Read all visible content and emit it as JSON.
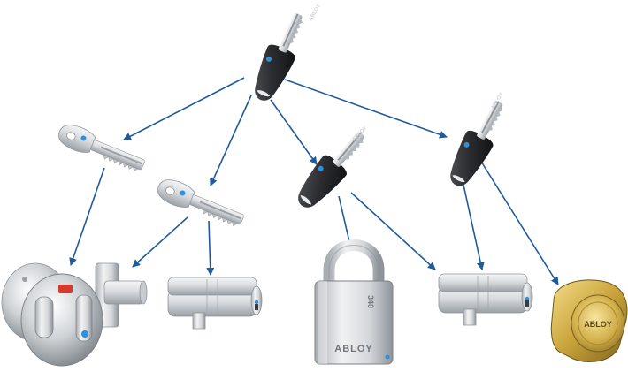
{
  "diagram": {
    "brand_marks": {
      "master_key": "ABLOY",
      "key_center": "ABLOY",
      "key_right": "ABLOY",
      "padlock": "ABLOY",
      "padlock_model": "340",
      "rim_cylinder": "ABLOY"
    },
    "nodes": [
      {
        "id": "master-key",
        "kind": "key-with-black-head",
        "icon": "key-icon"
      },
      {
        "id": "key-left-1",
        "kind": "bare-key",
        "icon": "key-icon"
      },
      {
        "id": "key-left-2",
        "kind": "bare-key",
        "icon": "key-icon"
      },
      {
        "id": "key-center",
        "kind": "key-with-black-head",
        "icon": "key-icon"
      },
      {
        "id": "key-right",
        "kind": "key-with-black-head",
        "icon": "key-icon"
      },
      {
        "id": "deadbolt-lock",
        "kind": "deadbolt",
        "icon": "deadbolt-icon"
      },
      {
        "id": "euro-cylinder-1",
        "kind": "euro-cylinder",
        "icon": "cylinder-icon"
      },
      {
        "id": "padlock",
        "kind": "padlock",
        "icon": "padlock-icon"
      },
      {
        "id": "euro-cylinder-2",
        "kind": "euro-cylinder",
        "icon": "cylinder-icon"
      },
      {
        "id": "rim-cylinder",
        "kind": "brass-rim-cylinder",
        "icon": "rim-cylinder-icon"
      }
    ],
    "edges": [
      {
        "from": "master-key",
        "to": "key-left-1"
      },
      {
        "from": "master-key",
        "to": "key-left-2"
      },
      {
        "from": "master-key",
        "to": "key-center"
      },
      {
        "from": "master-key",
        "to": "key-right"
      },
      {
        "from": "key-left-1",
        "to": "deadbolt-lock"
      },
      {
        "from": "key-left-2",
        "to": "deadbolt-lock"
      },
      {
        "from": "key-left-2",
        "to": "euro-cylinder-1"
      },
      {
        "from": "key-center",
        "to": "padlock"
      },
      {
        "from": "key-center",
        "to": "euro-cylinder-2"
      },
      {
        "from": "key-right",
        "to": "euro-cylinder-2"
      },
      {
        "from": "key-right",
        "to": "rim-cylinder"
      }
    ],
    "colors": {
      "arrow": "#1f5b9c",
      "key_head": "#2b2d30",
      "metal_light": "#e6e8ea",
      "metal_dark": "#9aa0a6",
      "brass": "#c9a33a",
      "indicator_blue": "#2f8fd8",
      "indicator_red": "#d23b2e"
    }
  }
}
